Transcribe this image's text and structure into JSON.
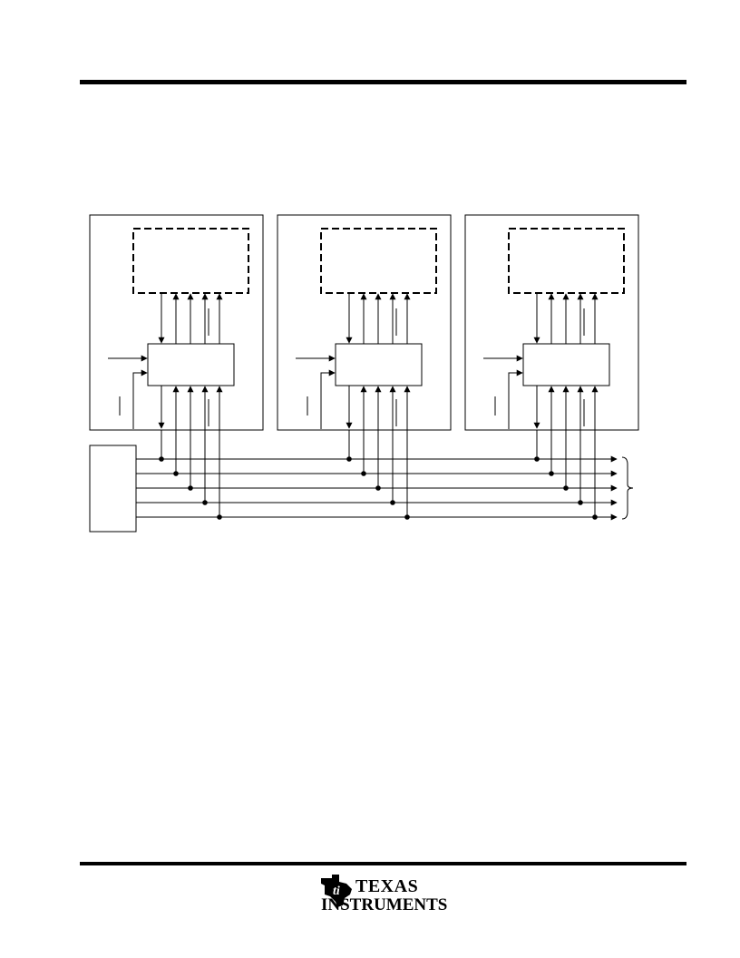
{
  "brand": {
    "line1": "TEXAS",
    "line2": "INSTRUMENTS",
    "logo_icon": "texas-instruments-logo-icon"
  },
  "diagram": {
    "module_count": 3,
    "bus_line_count": 5,
    "colors": {
      "stroke": "#000000",
      "background": "#ffffff"
    }
  }
}
